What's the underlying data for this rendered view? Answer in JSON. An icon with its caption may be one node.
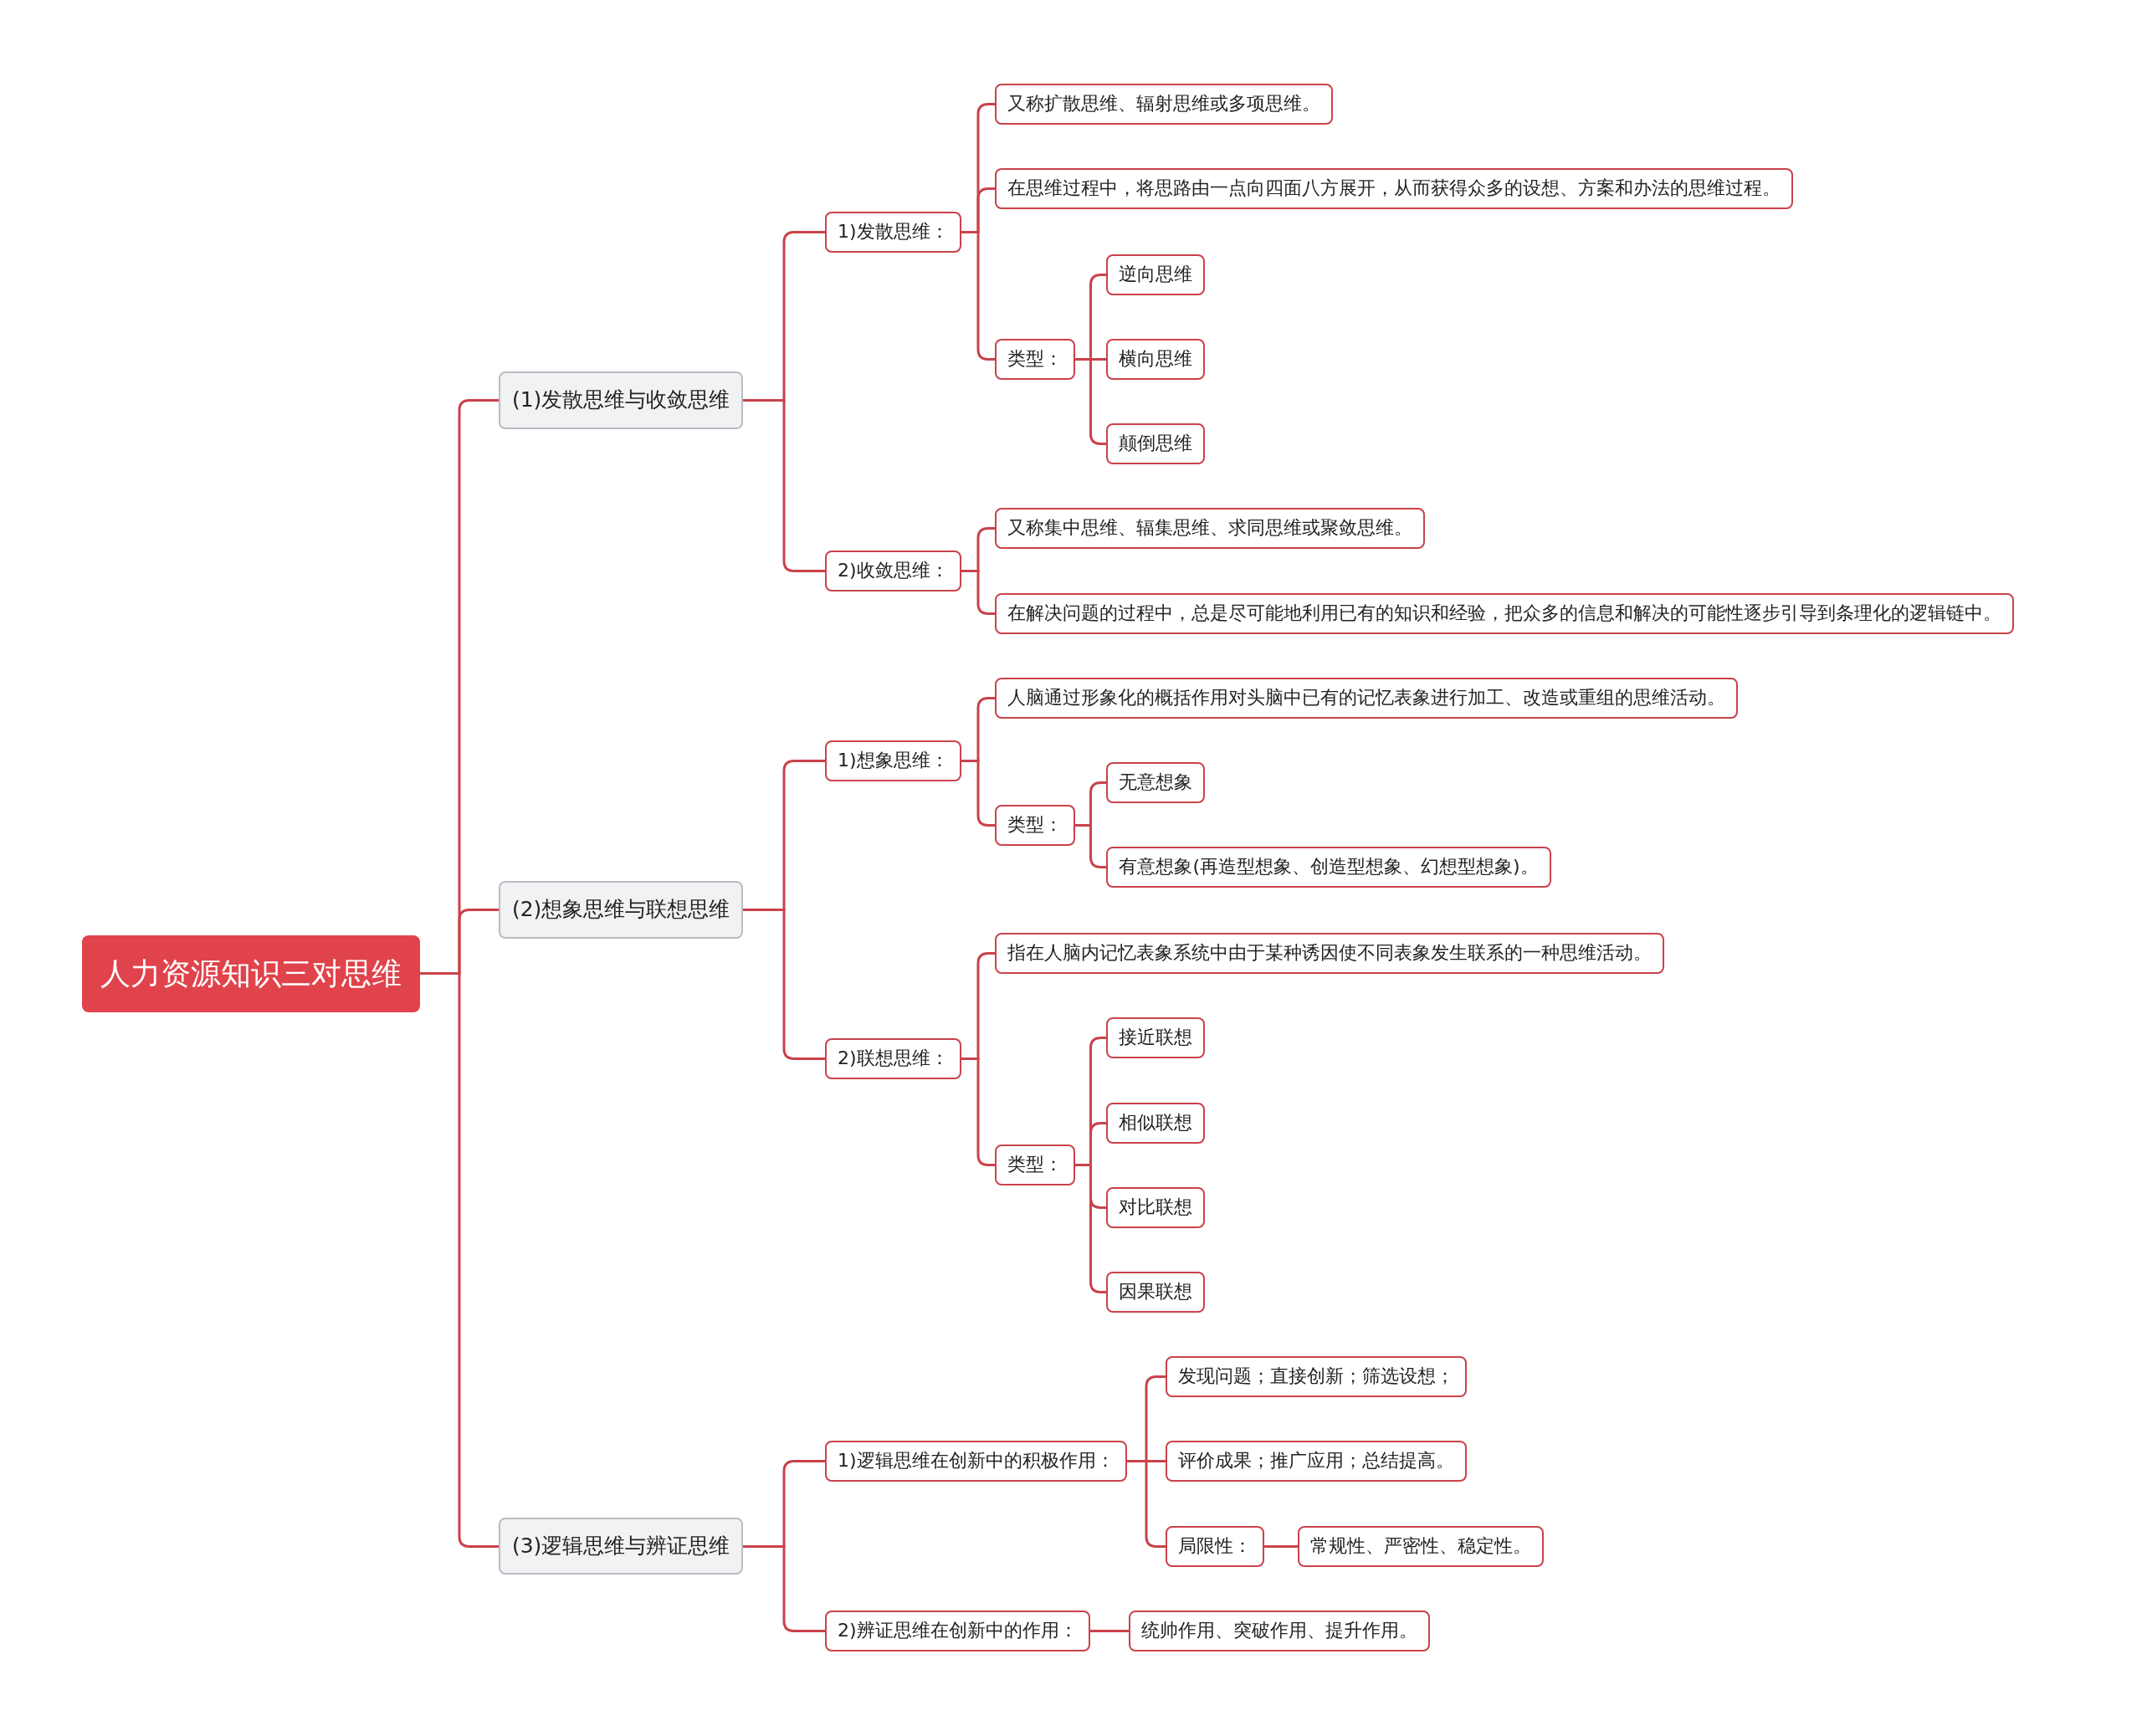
{
  "diagram": {
    "nodes": [
      {
        "text": [
          "人力资源知识三对思维"
        ]
      },
      {
        "text": [
          "(1)发散思维与收敛思维"
        ]
      },
      {
        "text": [
          "1)发散思维："
        ]
      },
      {
        "text": [
          "又称扩散思维、辐射思维或多项思维。"
        ]
      },
      {
        "text": [
          "在思维过程中，将思路由一点向四面八方展开，从而获得众多的设想、方案和办法的思维过程。"
        ]
      },
      {
        "text": [
          "类型："
        ]
      },
      {
        "text": [
          "逆向思维"
        ]
      },
      {
        "text": [
          "横向思维"
        ]
      },
      {
        "text": [
          "颠倒思维"
        ]
      },
      {
        "text": [
          "2)收敛思维："
        ]
      },
      {
        "text": [
          "又称集中思维、辐集思维、求同思维或聚敛思维。"
        ]
      },
      {
        "text": [
          "在解决问题的过程中，总是尽可能地利用已有的知识和经验，把众多的信息和解决的可能性逐步引导到条理化的逻辑链中。"
        ]
      },
      {
        "text": [
          "(2)想象思维与联想思维"
        ]
      },
      {
        "text": [
          "1)想象思维："
        ]
      },
      {
        "text": [
          "人脑通过形象化的概括作用对头脑中已有的记忆表象进行加工、改造或重组的思维活动。"
        ]
      },
      {
        "text": [
          "类型："
        ]
      },
      {
        "text": [
          "无意想象"
        ]
      },
      {
        "text": [
          "有意想象(再造型想象、创造型想象、幻想型想象)。"
        ]
      },
      {
        "text": [
          "2)联想思维："
        ]
      },
      {
        "text": [
          "指在人脑内记忆表象系统中由于某种诱因使不同表象发生联系的一种思维活动。"
        ]
      },
      {
        "text": [
          "类型："
        ]
      },
      {
        "text": [
          "接近联想"
        ]
      },
      {
        "text": [
          "相似联想"
        ]
      },
      {
        "text": [
          "对比联想"
        ]
      },
      {
        "text": [
          "因果联想"
        ]
      },
      {
        "text": [
          "(3)逻辑思维与辨证思维"
        ]
      },
      {
        "text": [
          "1)逻辑思维在创新中的积极作用："
        ]
      },
      {
        "text": [
          "发现问题；直接创新；筛选设想；"
        ]
      },
      {
        "text": [
          "评价成果；推广应用；总结提高。"
        ]
      },
      {
        "text": [
          "局限性："
        ]
      },
      {
        "text": [
          "常规性、严密性、稳定性。"
        ]
      },
      {
        "text": [
          "2)辨证思维在创新中的作用："
        ]
      },
      {
        "text": [
          "统帅作用、突破作用、提升作用。"
        ]
      }
    ],
    "edges": [
      {
        "from": 0,
        "to": 1,
        "arrow": "none"
      },
      {
        "from": 0,
        "to": 12,
        "arrow": "none"
      },
      {
        "from": 0,
        "to": 25,
        "arrow": "none"
      },
      {
        "from": 1,
        "to": 2,
        "arrow": "none"
      },
      {
        "from": 1,
        "to": 9,
        "arrow": "none"
      },
      {
        "from": 2,
        "to": 3,
        "arrow": "none"
      },
      {
        "from": 2,
        "to": 4,
        "arrow": "none"
      },
      {
        "from": 2,
        "to": 5,
        "arrow": "none"
      },
      {
        "from": 5,
        "to": 6,
        "arrow": "none"
      },
      {
        "from": 5,
        "to": 7,
        "arrow": "none"
      },
      {
        "from": 5,
        "to": 8,
        "arrow": "none"
      },
      {
        "from": 9,
        "to": 10,
        "arrow": "none"
      },
      {
        "from": 9,
        "to": 11,
        "arrow": "none"
      },
      {
        "from": 12,
        "to": 13,
        "arrow": "none"
      },
      {
        "from": 12,
        "to": 18,
        "arrow": "none"
      },
      {
        "from": 13,
        "to": 14,
        "arrow": "none"
      },
      {
        "from": 13,
        "to": 15,
        "arrow": "none"
      },
      {
        "from": 15,
        "to": 16,
        "arrow": "none"
      },
      {
        "from": 15,
        "to": 17,
        "arrow": "none"
      },
      {
        "from": 18,
        "to": 19,
        "arrow": "none"
      },
      {
        "from": 18,
        "to": 20,
        "arrow": "none"
      },
      {
        "from": 20,
        "to": 21,
        "arrow": "none"
      },
      {
        "from": 20,
        "to": 22,
        "arrow": "none"
      },
      {
        "from": 20,
        "to": 23,
        "arrow": "none"
      },
      {
        "from": 20,
        "to": 24,
        "arrow": "none"
      },
      {
        "from": 25,
        "to": 26,
        "arrow": "none"
      },
      {
        "from": 25,
        "to": 31,
        "arrow": "none"
      },
      {
        "from": 26,
        "to": 27,
        "arrow": "none"
      },
      {
        "from": 26,
        "to": 28,
        "arrow": "none"
      },
      {
        "from": 26,
        "to": 29,
        "arrow": "none"
      },
      {
        "from": 29,
        "to": 30,
        "arrow": "none"
      },
      {
        "from": 31,
        "to": 32,
        "arrow": "none"
      }
    ]
  }
}
